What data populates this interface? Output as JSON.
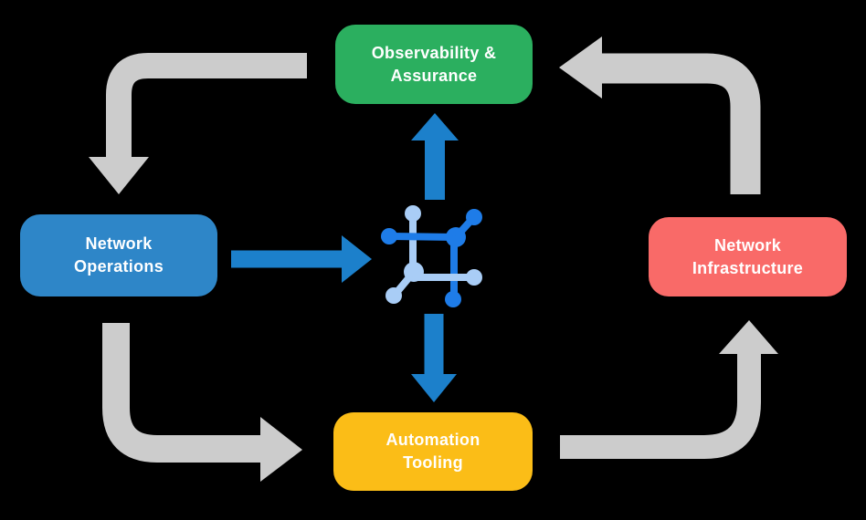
{
  "colors": {
    "background": "#000000",
    "node-green": "#2BAF5F",
    "node-blue": "#2E86C8",
    "node-red": "#F96A68",
    "node-yellow": "#FBBD17",
    "arrow-gray": "#CCCCCC",
    "arrow-blue": "#1C80CB",
    "icon-dark-blue": "#1E7CE8",
    "icon-light-blue": "#A9CDF6",
    "text": "#FFFFFF"
  },
  "nodes": {
    "observability": {
      "line1": "Observability &",
      "line2": "Assurance"
    },
    "operations": {
      "line1": "Network",
      "line2": "Operations"
    },
    "infrastructure": {
      "line1": "Network",
      "line2": "Infrastructure"
    },
    "automation": {
      "line1": "Automation",
      "line2": "Tooling"
    }
  },
  "icon": {
    "name": "network-mesh-icon"
  }
}
